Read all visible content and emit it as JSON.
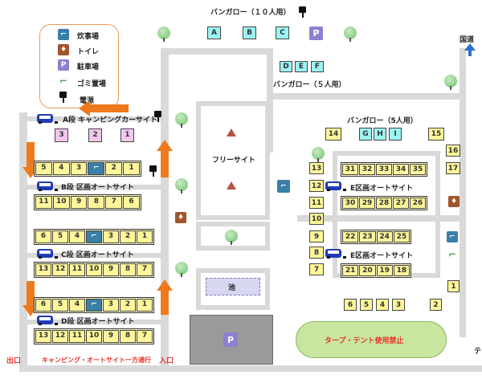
{
  "legend": {
    "items": [
      {
        "label": "炊事場",
        "icon": "faucet-icon"
      },
      {
        "label": "トイレ",
        "icon": "toilet-icon"
      },
      {
        "label": "駐車場",
        "icon": "parking-icon"
      },
      {
        "label": "ゴミ置場",
        "icon": "trash-icon"
      },
      {
        "label": "電源",
        "icon": "power-plug-icon"
      }
    ]
  },
  "labels": {
    "bungalow_10": "バンガロー（１０人用）",
    "bungalow_5_top": "バンガロー（５人用）",
    "bungalow_5_right": "バンガロー（5人用）",
    "national_road": "国道",
    "a_row": "A段 キャンピングカーサイト",
    "b_row": "B段 区画オートサイト",
    "c_row": "C段 区画オートサイト",
    "d_row": "D段 区画オートサイト",
    "e_upper": "E区画オートサイト",
    "e_lower": "E区画オートサイト",
    "free_site": "フリーサイト",
    "pond": "池",
    "parking_p": "P",
    "tarp_notice": "タープ・テント使用禁止",
    "exit": "出口",
    "one_way": "キャンピング・オートサイト一方通行",
    "entrance": "入口",
    "cut_edge": "テ"
  },
  "bungalows_10": [
    "A",
    "B",
    "C"
  ],
  "bungalows_5_top": [
    "D",
    "E",
    "F"
  ],
  "bungalows_5_right": [
    "14",
    "G",
    "H",
    "I",
    "15"
  ],
  "a_sites": [
    "3",
    "2",
    "1"
  ],
  "b_upper": [
    "5",
    "4",
    "3",
    "",
    "2",
    "1"
  ],
  "b_lower": [
    "11",
    "10",
    "9",
    "8",
    "7",
    "6"
  ],
  "c_upper": [
    "6",
    "5",
    "4",
    "",
    "3",
    "2",
    "1"
  ],
  "c_lower": [
    "13",
    "12",
    "11",
    "10",
    "9",
    "8",
    "7"
  ],
  "d_upper": [
    "6",
    "5",
    "4",
    "",
    "3",
    "2",
    "1"
  ],
  "d_lower": [
    "13",
    "12",
    "11",
    "10",
    "9",
    "8",
    "7"
  ],
  "e_col_left": [
    "13",
    "12",
    "11",
    "10",
    "9",
    "8",
    "7"
  ],
  "e_row_1": [
    "31",
    "32",
    "33",
    "34",
    "35"
  ],
  "e_row_2": [
    "30",
    "29",
    "28",
    "27",
    "26"
  ],
  "e_row_3": [
    "22",
    "23",
    "24",
    "25"
  ],
  "e_row_4": [
    "21",
    "20",
    "19",
    "18"
  ],
  "e_bottom": [
    "6",
    "5",
    "4",
    "3"
  ],
  "e_right_col": [
    "16",
    "17"
  ],
  "e_far_right": [
    "1",
    "2"
  ],
  "colors": {
    "yellow_lot": "#fff69a",
    "cyan_lot": "#9cf3f3",
    "pink_lot": "#f3c6ee",
    "arrow": "#ee7a1d",
    "car": "#1f3cb6",
    "tarp_area": "#c8e6a0",
    "road": "#d9d9d9"
  }
}
